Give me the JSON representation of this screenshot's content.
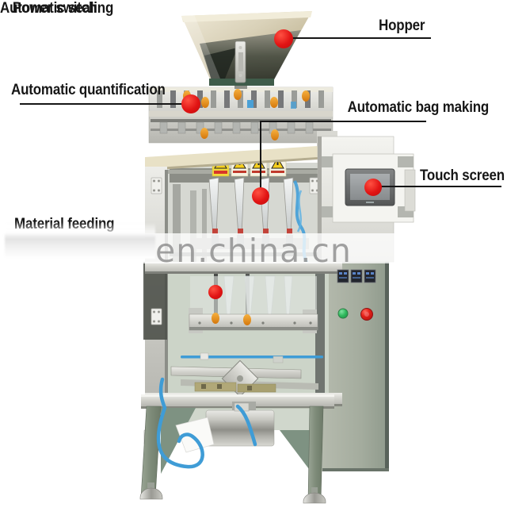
{
  "annotations": {
    "hopper": {
      "label": "Hopper"
    },
    "quantification": {
      "label": "Automatic quantification"
    },
    "bag_making": {
      "label": "Automatic bag making"
    },
    "touch_screen": {
      "label": "Touch screen"
    },
    "material_feeding": {
      "label": "Material feeding"
    },
    "sealing": {
      "label": "Automatic sealing"
    },
    "power_switch": {
      "label": "Power switch"
    }
  },
  "watermark": {
    "text": "en.china.cn"
  },
  "colors": {
    "dot-red": "#e11414",
    "line-color": "#161616",
    "label-color": "#161616",
    "watermark-color": "#8b8b8b",
    "button-green": "#2eb85c",
    "button-red": "#e32118"
  }
}
